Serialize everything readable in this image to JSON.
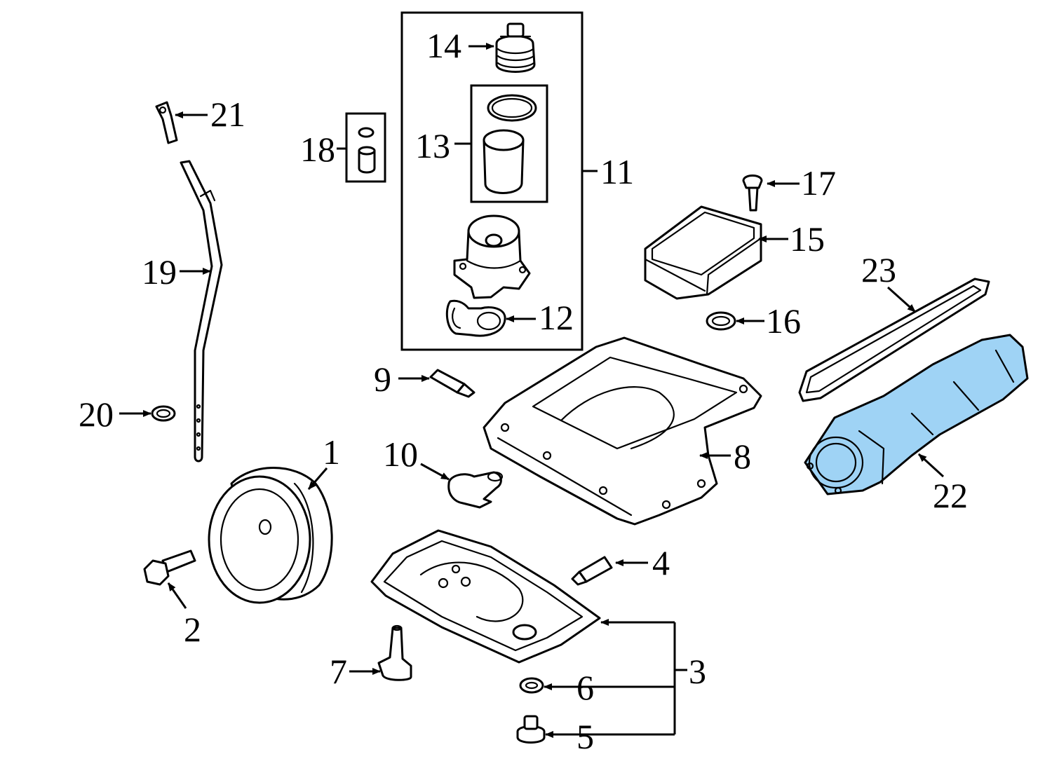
{
  "colors": {
    "highlight": "#9fd3f5",
    "line": "#000000",
    "background": "#ffffff"
  },
  "callouts": {
    "c1": "1",
    "c2": "2",
    "c3": "3",
    "c4": "4",
    "c5": "5",
    "c6": "6",
    "c7": "7",
    "c8": "8",
    "c9": "9",
    "c10": "10",
    "c11": "11",
    "c12": "12",
    "c13": "13",
    "c14": "14",
    "c15": "15",
    "c16": "16",
    "c17": "17",
    "c18": "18",
    "c19": "19",
    "c20": "20",
    "c21": "21",
    "c22": "22",
    "c23": "23"
  },
  "highlighted_part": "22"
}
